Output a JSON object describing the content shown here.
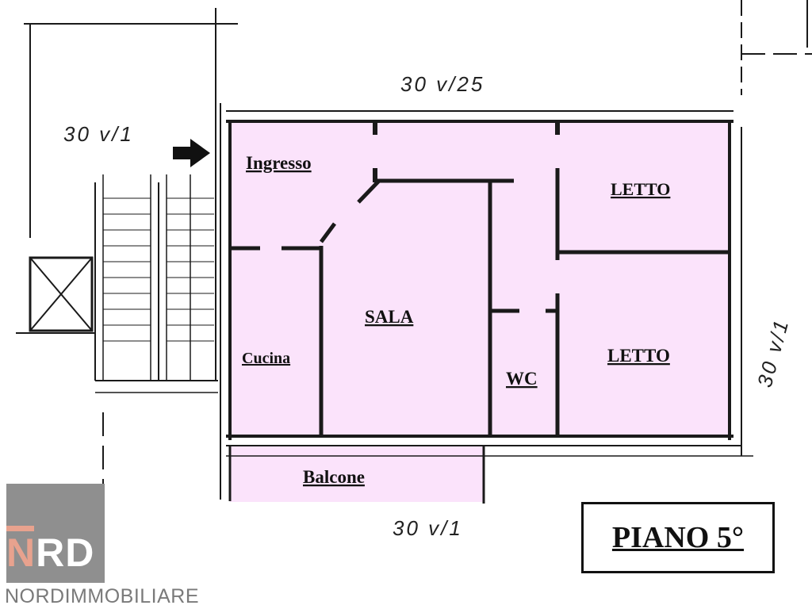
{
  "rooms": {
    "ingresso": "Ingresso",
    "sala": "SALA",
    "cucina": "Cucina",
    "wc": "WC",
    "letto_top": "LETTO",
    "letto_bottom": "LETTO",
    "balcone": "Balcone"
  },
  "dimensions": {
    "top": "30 v/25",
    "left": "30 v/1",
    "right": "30 v/1",
    "bottom": "30 v/1"
  },
  "floor_label": "PIANO 5°",
  "logo": {
    "mark": "NRD",
    "mark_first": "N",
    "mark_rest": "RD",
    "name": "NORDIMMOBILIARE"
  },
  "colors": {
    "room_fill": "#fbe3fb",
    "wall": "#1a1a1a",
    "logo_gray": "#8f8f8f",
    "logo_accent": "#e8a28e"
  }
}
